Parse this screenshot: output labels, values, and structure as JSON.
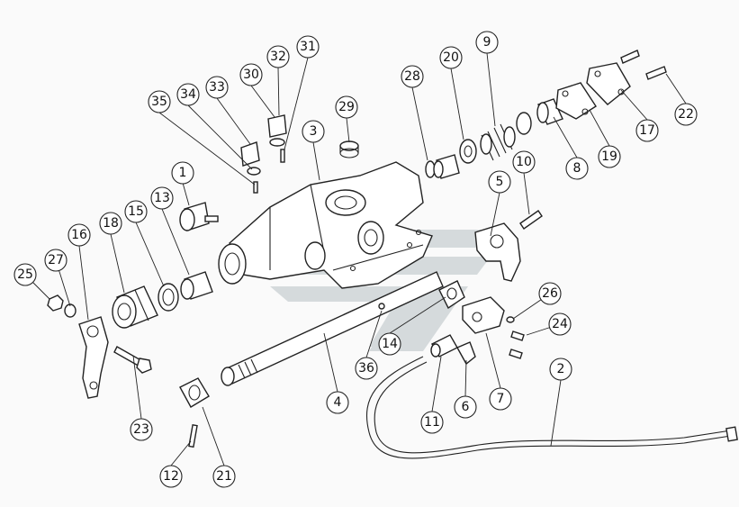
{
  "watermark": {
    "color": "#b8c1c5"
  },
  "callouts": [
    {
      "id": "1",
      "label": "1"
    },
    {
      "id": "2",
      "label": "2"
    },
    {
      "id": "3",
      "label": "3"
    },
    {
      "id": "4",
      "label": "4"
    },
    {
      "id": "5",
      "label": "5"
    },
    {
      "id": "6",
      "label": "6"
    },
    {
      "id": "7",
      "label": "7"
    },
    {
      "id": "8",
      "label": "8"
    },
    {
      "id": "9",
      "label": "9"
    },
    {
      "id": "10",
      "label": "10"
    },
    {
      "id": "11",
      "label": "11"
    },
    {
      "id": "12",
      "label": "12"
    },
    {
      "id": "13",
      "label": "13"
    },
    {
      "id": "14",
      "label": "14"
    },
    {
      "id": "15",
      "label": "15"
    },
    {
      "id": "16",
      "label": "16"
    },
    {
      "id": "17",
      "label": "17"
    },
    {
      "id": "18",
      "label": "18"
    },
    {
      "id": "19",
      "label": "19"
    },
    {
      "id": "20",
      "label": "20"
    },
    {
      "id": "21",
      "label": "21"
    },
    {
      "id": "22",
      "label": "22"
    },
    {
      "id": "23",
      "label": "23"
    },
    {
      "id": "24",
      "label": "24"
    },
    {
      "id": "25",
      "label": "25"
    },
    {
      "id": "26",
      "label": "26"
    },
    {
      "id": "27",
      "label": "27"
    },
    {
      "id": "28",
      "label": "28"
    },
    {
      "id": "29",
      "label": "29"
    },
    {
      "id": "30",
      "label": "30"
    },
    {
      "id": "31",
      "label": "31"
    },
    {
      "id": "32",
      "label": "32"
    },
    {
      "id": "33",
      "label": "33"
    },
    {
      "id": "34",
      "label": "34"
    },
    {
      "id": "35",
      "label": "35"
    },
    {
      "id": "36",
      "label": "36"
    }
  ]
}
